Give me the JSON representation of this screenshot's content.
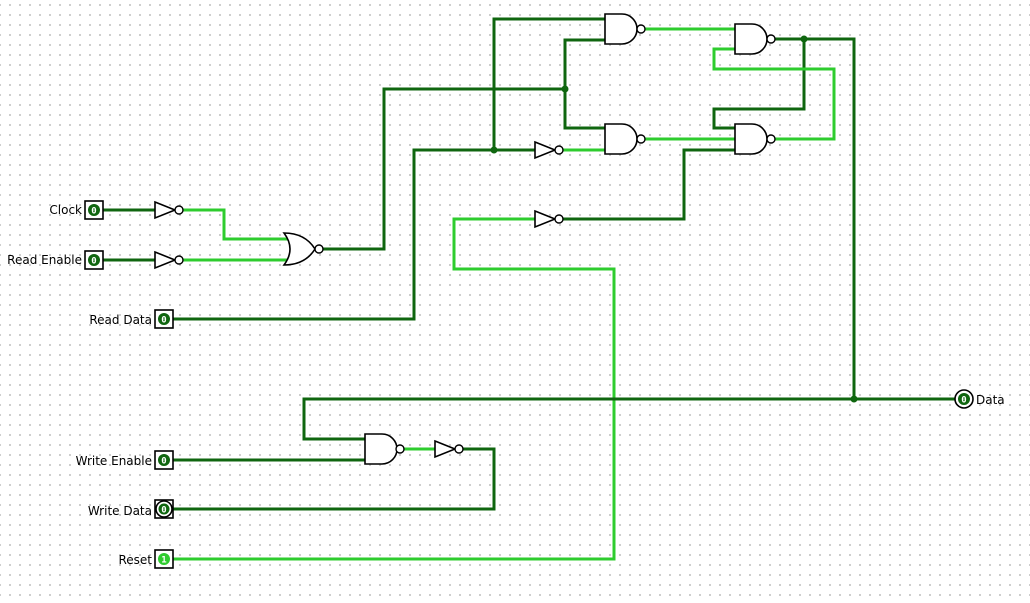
{
  "inputs": {
    "clock": {
      "label": "Clock",
      "value": "0"
    },
    "read_enable": {
      "label": "Read Enable",
      "value": "0"
    },
    "read_data": {
      "label": "Read Data",
      "value": "0"
    },
    "write_enable": {
      "label": "Write Enable",
      "value": "0"
    },
    "write_data": {
      "label": "Write Data",
      "value": "0"
    },
    "reset": {
      "label": "Reset",
      "value": "1"
    }
  },
  "outputs": {
    "data": {
      "label": "Data",
      "value": "0"
    }
  },
  "colors": {
    "wire_low": "#0f660f",
    "wire_high": "#2ecc2e",
    "grid_dot": "#c6c6c6",
    "background": "#ffffff"
  }
}
